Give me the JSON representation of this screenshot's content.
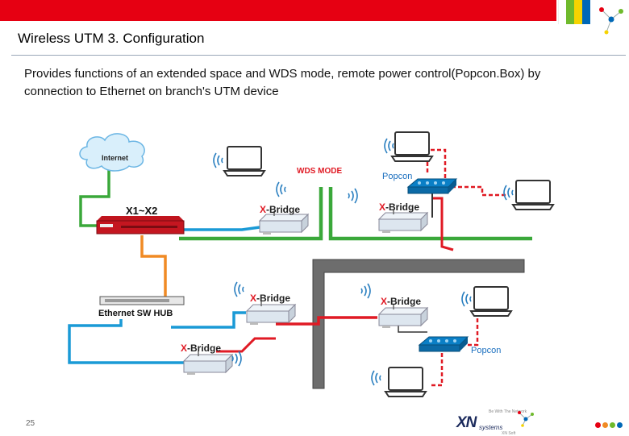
{
  "header": {
    "title": "Wireless UTM 3. Configuration",
    "stripe_colors": [
      "#ffffff",
      "#6fba2c",
      "#f6d300",
      "#0068b7"
    ]
  },
  "description": "Provides functions of an extended space and WDS mode, remote power control(Popcon.Box) by connection to Ethernet on branch's UTM device",
  "diagram": {
    "internet_label": "Internet",
    "utm_label": "X1~X2",
    "hub_label": "Ethernet SW HUB",
    "wds_label": "WDS MODE",
    "popcon_top_label": "Popcon",
    "popcon_bottom_label": "Popcon",
    "bridges": [
      {
        "prefix": "X",
        "suffix": "-Bridge"
      },
      {
        "prefix": "X",
        "suffix": "-Bridge"
      },
      {
        "prefix": "X",
        "suffix": "-Bridge"
      },
      {
        "prefix": "X",
        "suffix": "-Bridge"
      },
      {
        "prefix": "X",
        "suffix": "-Bridge"
      }
    ],
    "colors": {
      "red": "#e01a24",
      "green": "#3aa83a",
      "orange": "#f08a24",
      "blue": "#1a9ad6",
      "gray_wall": "#6d6d6d"
    }
  },
  "footer": {
    "page_number": "25",
    "logo_main": "XN",
    "logo_sub": "systems",
    "logo_tagline": "Be With The Network",
    "logo_tagline2": "XN Soft",
    "dot_colors": [
      "#e60012",
      "#f08a24",
      "#6fba2c",
      "#0068b7"
    ]
  },
  "top_icon": "network-node-icon"
}
